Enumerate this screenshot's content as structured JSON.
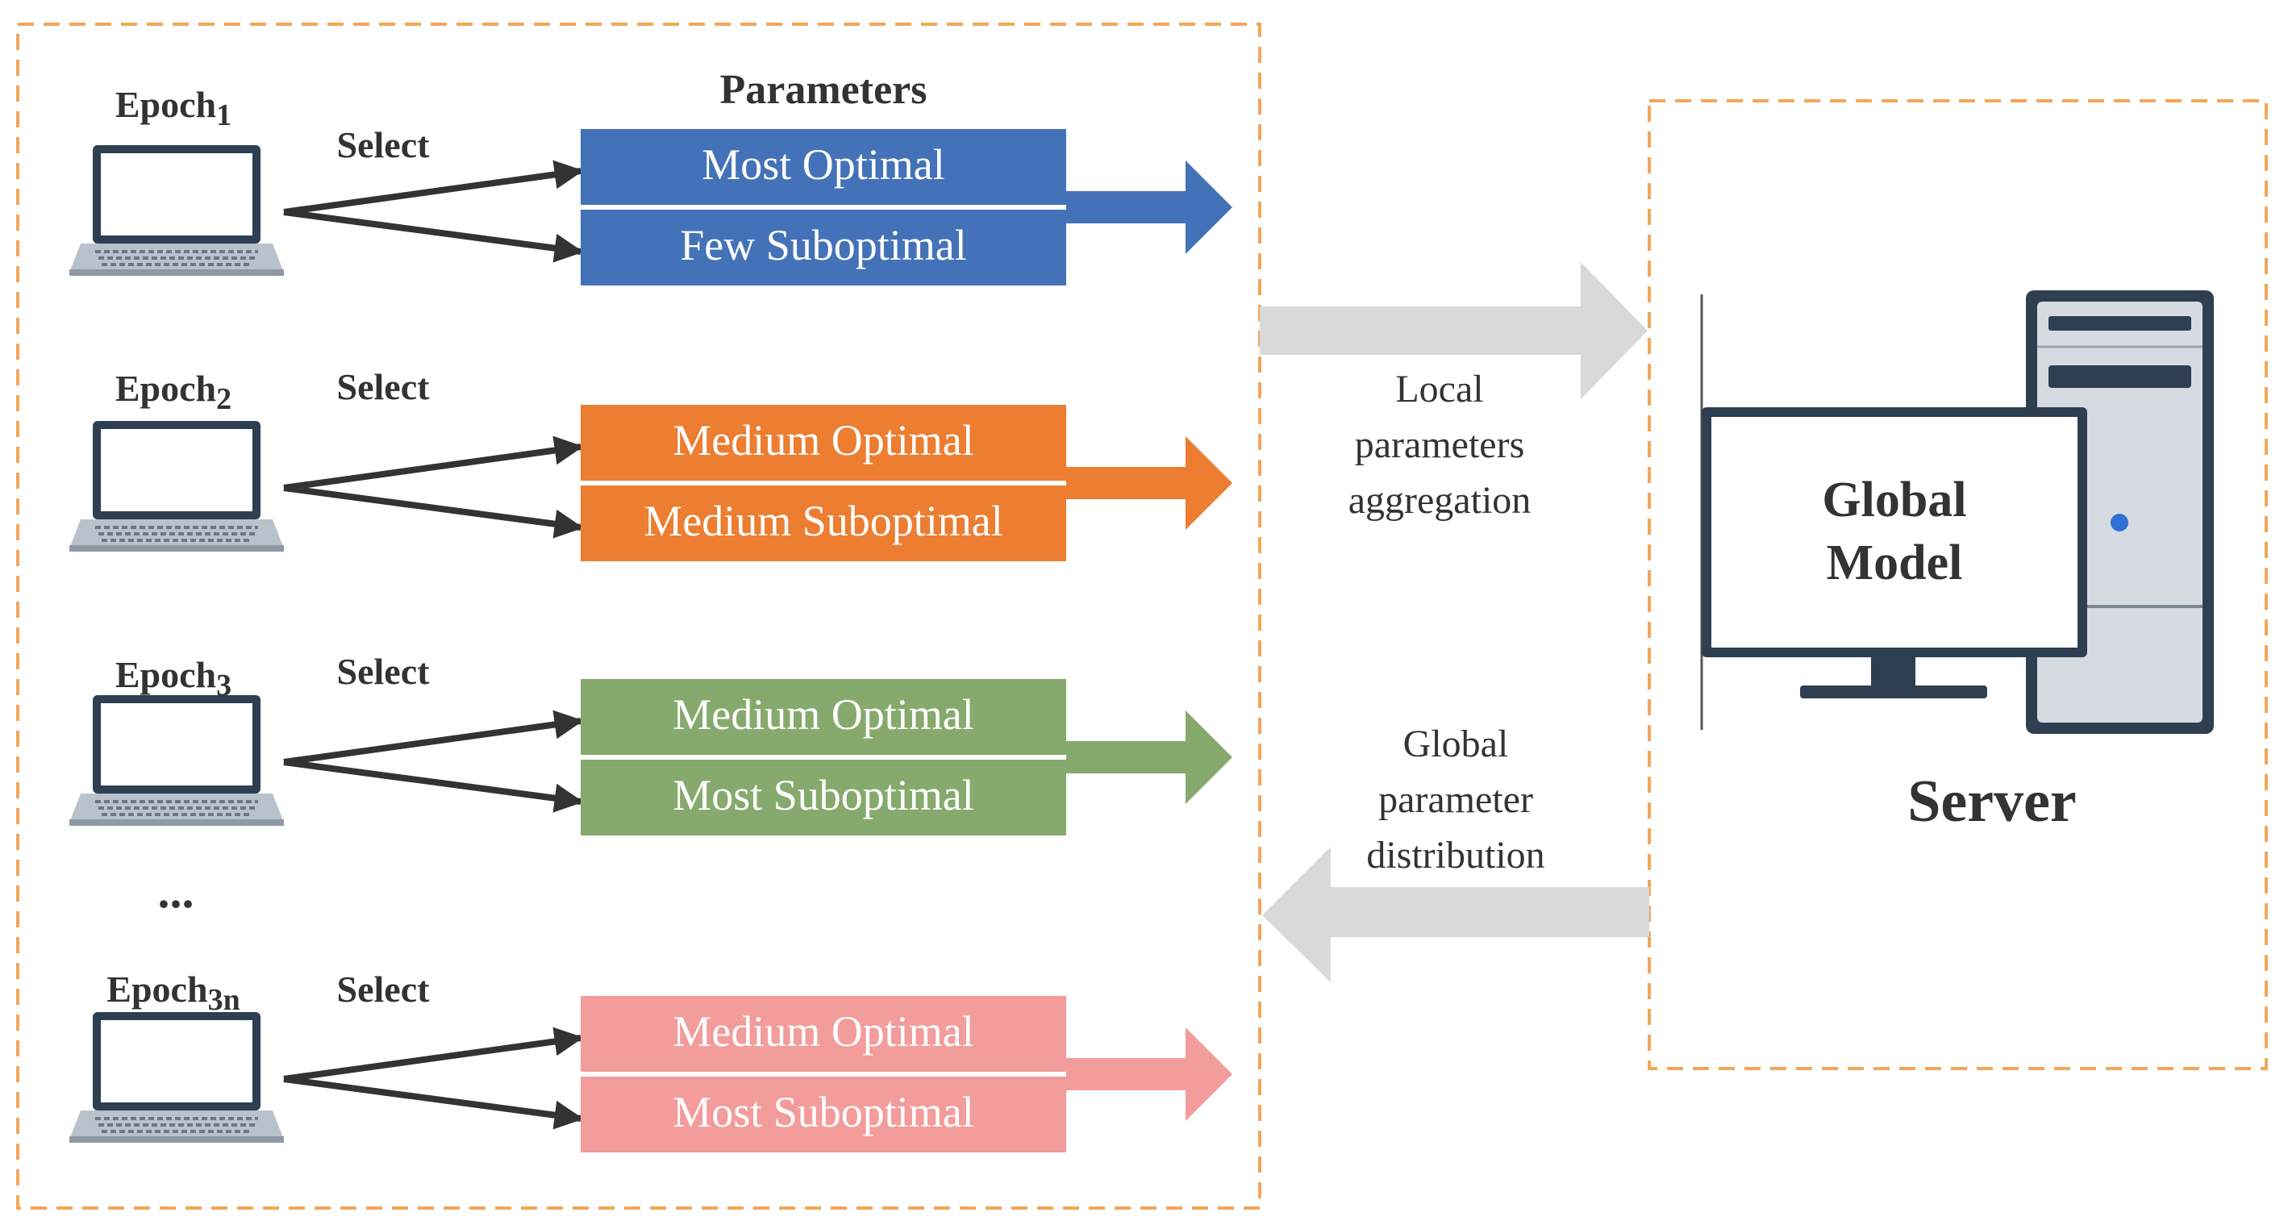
{
  "header": {
    "parameters_label": "Parameters"
  },
  "select_label": "Select",
  "epoch_prefix": "Epoch",
  "ellipsis": "...",
  "clients": [
    {
      "epoch_sub": "1",
      "color": "#4472B8",
      "top_label": "Most Optimal",
      "bottom_label": "Few Suboptimal"
    },
    {
      "epoch_sub": "2",
      "color": "#EC7D31",
      "top_label": "Medium Optimal",
      "bottom_label": "Medium Suboptimal"
    },
    {
      "epoch_sub": "3",
      "color": "#86AA6D",
      "top_label": "Medium Optimal",
      "bottom_label": "Most Suboptimal"
    },
    {
      "epoch_sub": "3n",
      "color": "#F29C9B",
      "top_label": "Medium Optimal",
      "bottom_label": "Most Suboptimal"
    }
  ],
  "flows": {
    "up_lines": [
      "Local",
      "parameters",
      "aggregation"
    ],
    "down_lines": [
      "Global",
      "parameter",
      "distribution"
    ]
  },
  "server": {
    "model_lines": [
      "Global",
      "Model"
    ],
    "label": "Server"
  },
  "colors": {
    "dashed_border": "#F2A65A",
    "gray_arrow": "#D9D9D9",
    "dark": "#333333",
    "laptop_frame": "#2E3F52",
    "laptop_base": "#B8C2CC"
  },
  "icons": {
    "laptop": "laptop-icon",
    "server": "server-tower-icon",
    "monitor": "monitor-icon"
  }
}
